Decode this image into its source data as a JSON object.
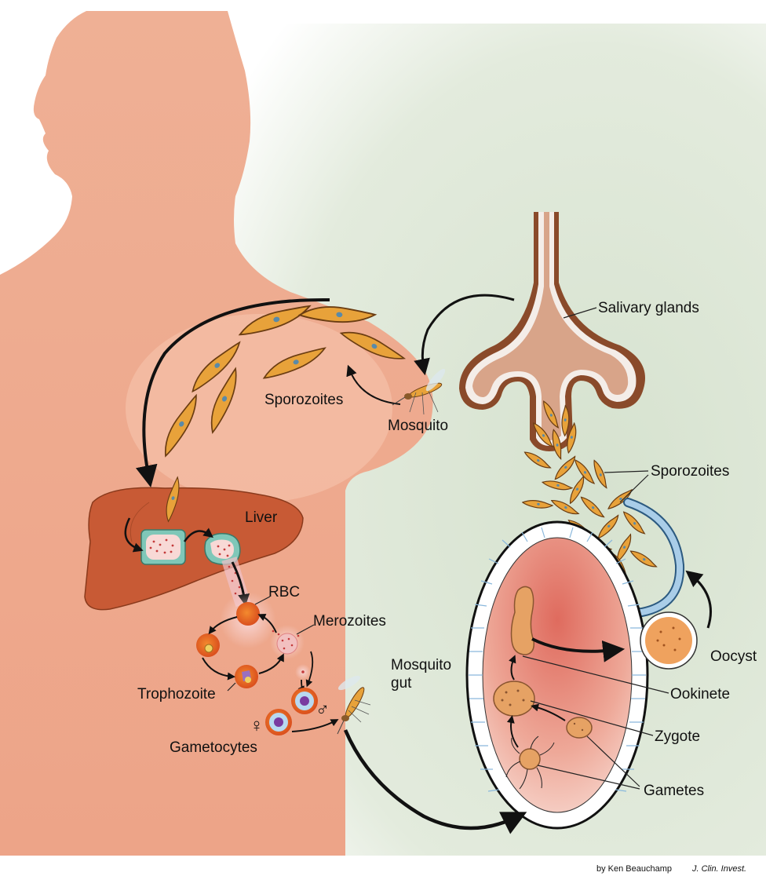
{
  "labels": {
    "salivary_glands": "Salivary glands",
    "sporozoites_human": "Sporozoites",
    "mosquito_top": "Mosquito",
    "sporozoites_mosquito": "Sporozoites",
    "liver": "Liver",
    "rbc": "RBC",
    "merozoites": "Merozoites",
    "mosquito_gut_line1": "Mosquito",
    "mosquito_gut_line2": "gut",
    "trophozoite": "Trophozoite",
    "oocyst": "Oocyst",
    "ookinete": "Ookinete",
    "gametocytes": "Gametocytes",
    "zygote": "Zygote",
    "gametes": "Gametes",
    "female_symbol": "♀",
    "male_symbol": "♂"
  },
  "credit": {
    "author": "by Ken Beauchamp",
    "journal": "J. Clin. Invest."
  },
  "colors": {
    "skin": "#eea488",
    "background_green": "#dfe8da",
    "liver": "#c85a35",
    "parasite": "#e8a23a",
    "gut_interior": "#e3786a",
    "gut_wall_blue": "#8ab8dc"
  }
}
